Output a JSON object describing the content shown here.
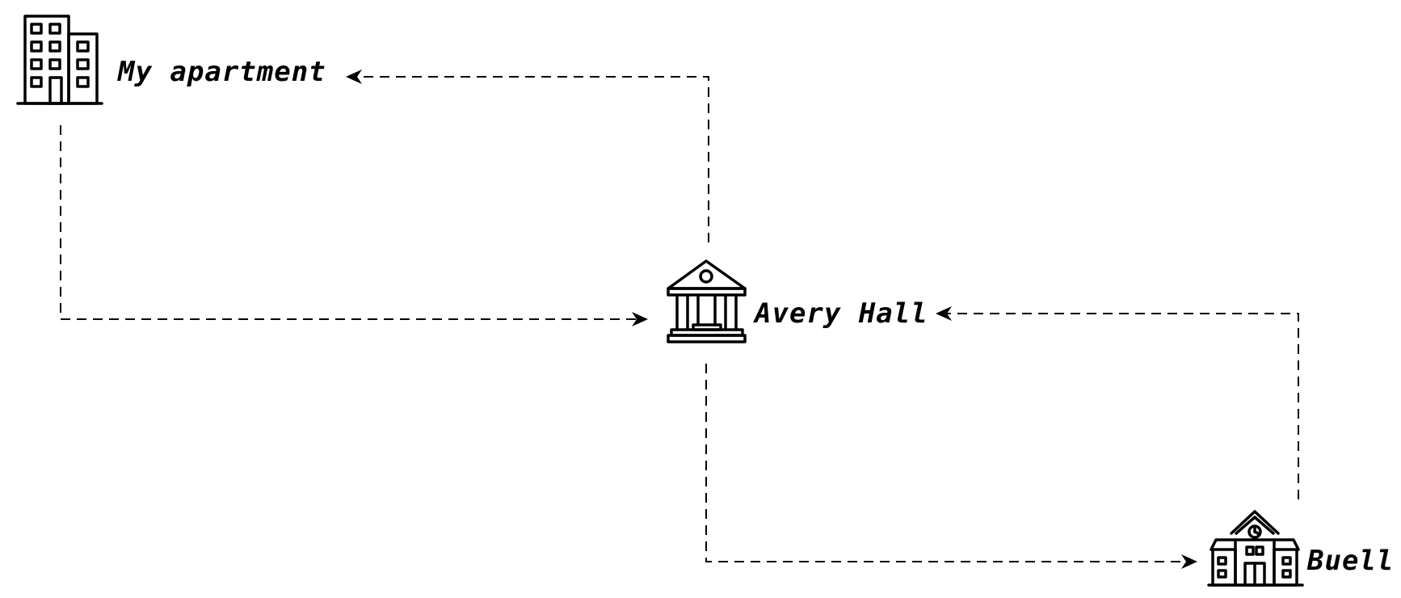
{
  "diagram": {
    "colors": {
      "background": "#ffffff",
      "ink": "#000000"
    },
    "nodes": [
      {
        "id": "apartment",
        "label": "My apartment",
        "icon": "apartment-building-icon"
      },
      {
        "id": "avery",
        "label": "Avery Hall",
        "icon": "columned-hall-icon"
      },
      {
        "id": "buell",
        "label": "Buell",
        "icon": "schoolhouse-icon"
      }
    ],
    "edges": [
      {
        "from": "apartment",
        "to": "avery",
        "style": "dashed"
      },
      {
        "from": "avery",
        "to": "apartment",
        "style": "dashed"
      },
      {
        "from": "avery",
        "to": "buell",
        "style": "dashed"
      },
      {
        "from": "buell",
        "to": "avery",
        "style": "dashed"
      }
    ]
  }
}
